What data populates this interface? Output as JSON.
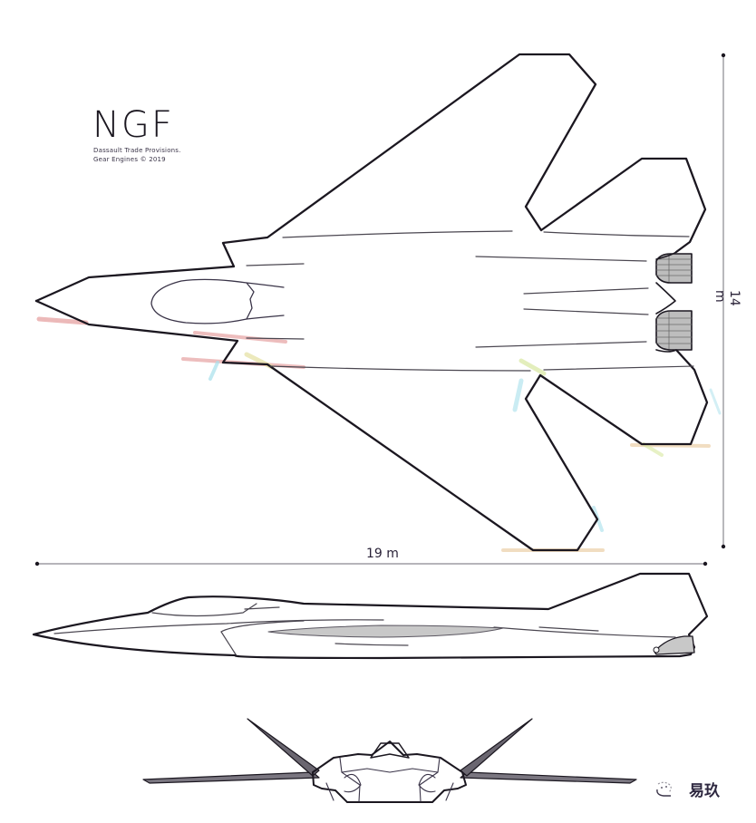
{
  "diagram": {
    "title": "NGF",
    "credit_line_1": "Dassault Trade Provisions.",
    "credit_line_2": "Gear Engines © 2019",
    "views": [
      "top-view",
      "side-view",
      "front-view"
    ],
    "dimensions": {
      "length_label": "19 m",
      "span_label": "14 m"
    },
    "colors": {
      "outline": "#1b1720",
      "detail_line": "#4a4650",
      "dimension_line": "#8a8890",
      "artifact_red": "#e8a8a8",
      "artifact_cyan": "#a8e0ec",
      "artifact_yellow": "#e8e0a0"
    }
  },
  "watermark": {
    "icon": "chat-bubble-icon",
    "text": "易玖"
  }
}
